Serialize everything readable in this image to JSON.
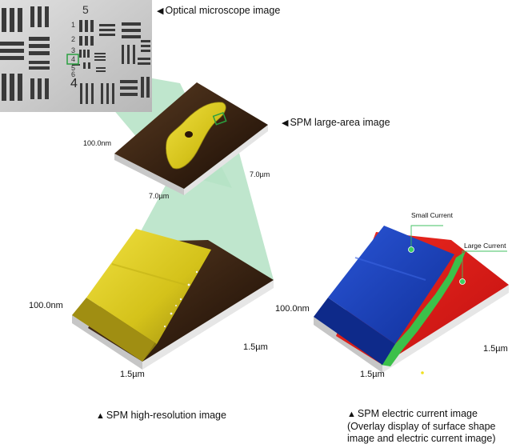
{
  "captions": {
    "optical": "Optical microscope image",
    "large_area": "SPM large-area image",
    "high_res": "SPM high-resolution image",
    "current_line1": "SPM electric current image",
    "current_line2": "(Overlay display of surface shape",
    "current_line3": "image and electric current image)"
  },
  "axes": {
    "large_height": "100.0nm",
    "large_x": "7.0µm",
    "large_y": "7.0µm",
    "hires_height": "100.0nm",
    "hires_x": "1.5µm",
    "hires_y": "1.5µm",
    "current_height": "100.0nm",
    "current_x": "1.5µm",
    "current_y": "1.5µm"
  },
  "annotations": {
    "small_current": "Small Current",
    "large_current": "Large Current"
  },
  "test_target": {
    "group_numbers": [
      "5",
      "4"
    ],
    "element_numbers": [
      "1",
      "2",
      "3",
      "4",
      "5",
      "6"
    ]
  },
  "colors": {
    "projection": "#b4e2c4",
    "sample_dark": "#2a1608",
    "film_yellow": "#d4c21a",
    "small_current": "#1538b0",
    "large_current": "#e01818",
    "boundary": "#3cc04a"
  }
}
